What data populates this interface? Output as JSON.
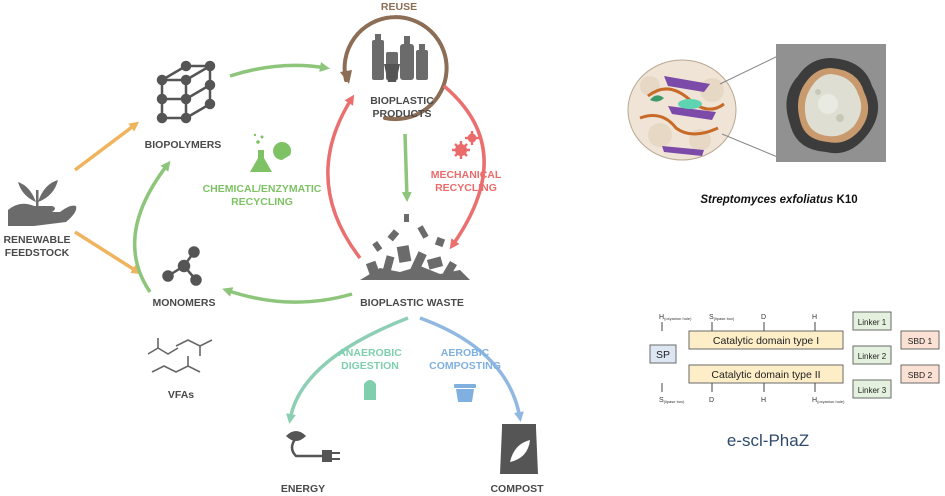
{
  "cycle": {
    "labels": {
      "reuse": "REUSE",
      "bioplastic_products": [
        "BIOPLASTIC",
        "PRODUCTS"
      ],
      "biopolymers": "BIOPOLYMERS",
      "renewable_feedstock": [
        "RENEWABLE",
        "FEEDSTOCK"
      ],
      "monomers": "MONOMERS",
      "vfas": "VFAs",
      "chemical_enzymatic": [
        "CHEMICAL/ENZYMATIC",
        "RECYCLING"
      ],
      "mechanical": [
        "MECHANICAL",
        "RECYCLING"
      ],
      "bioplastic_waste": "BIOPLASTIC WASTE",
      "anaerobic": [
        "ANAEROBIC",
        "DIGESTION"
      ],
      "aerobic": [
        "AEROBIC",
        "COMPOSTING"
      ],
      "energy": "ENERGY",
      "compost": "COMPOST"
    },
    "colors": {
      "brown": "#8c6d55",
      "green": "#8dc57a",
      "red": "#ea7070",
      "orange": "#f0b35e",
      "teal": "#8ccfb5",
      "blue": "#90b8e0",
      "grey": "#555555",
      "chem_text": "#7fc266",
      "mech_text": "#ea6b6b",
      "anaer_text": "#7fcfaf",
      "aer_text": "#7fb0e0"
    }
  },
  "organism": {
    "genus_species": "Streptomyces exfoliatus",
    "strain": " K10"
  },
  "phaz": {
    "sp": "SP",
    "domain1": "Catalytic domain type I",
    "domain2": "Catalytic domain type II",
    "linkers": [
      "Linker 1",
      "Linker 2",
      "Linker 3"
    ],
    "sbd": [
      "SBD 1",
      "SBD 2"
    ],
    "top_marks": [
      {
        "main": "H",
        "sub": "(oxyanion hole)"
      },
      {
        "main": "S",
        "sub": "(lipase box)"
      },
      {
        "main": "D",
        "sub": ""
      },
      {
        "main": "H",
        "sub": ""
      }
    ],
    "bottom_marks": [
      {
        "main": "S",
        "sub": "(lipase box)"
      },
      {
        "main": "D",
        "sub": ""
      },
      {
        "main": "H",
        "sub": ""
      },
      {
        "main": "H",
        "sub": "(oxyanion hole)"
      }
    ],
    "title": "e-scl-PhaZ"
  }
}
